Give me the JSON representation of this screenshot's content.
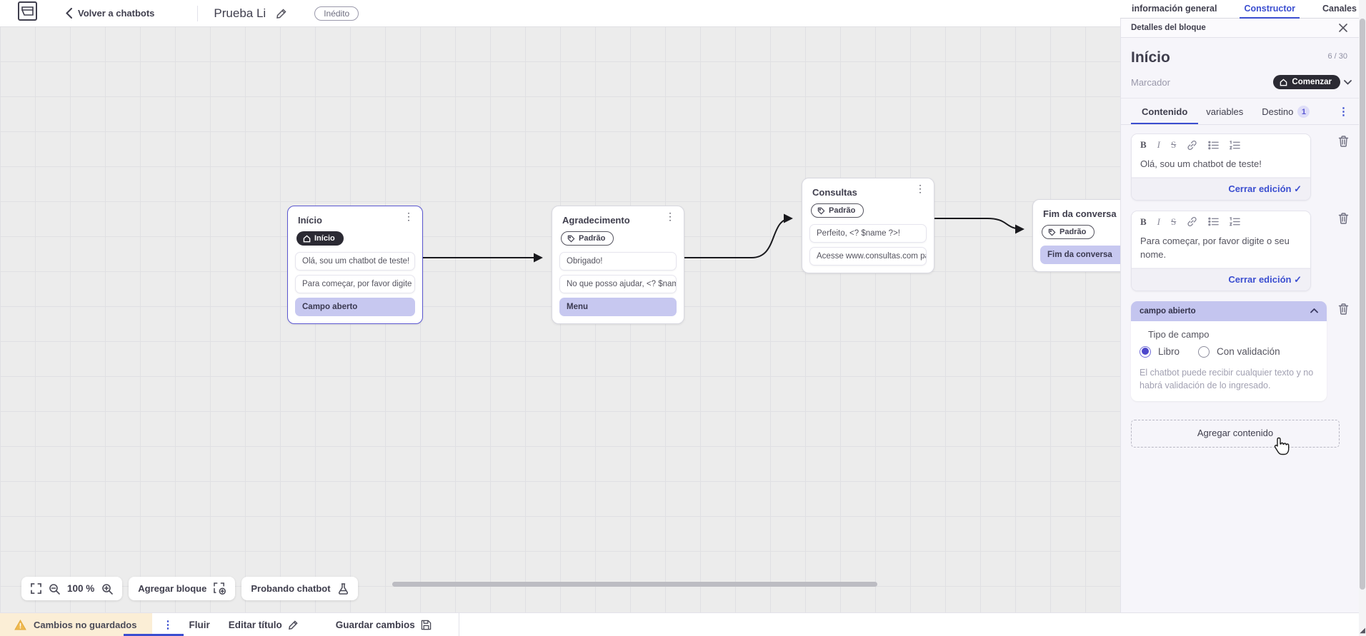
{
  "topbar": {
    "back_label": "Volver a chatbots",
    "flow_title": "Prueba Li",
    "status_badge": "Inédito",
    "tabs": [
      {
        "label": "información general",
        "active": false
      },
      {
        "label": "Constructor",
        "active": true
      },
      {
        "label": "Canales",
        "active": false
      }
    ]
  },
  "panel": {
    "header_title": "Detalles del bloque",
    "block_name": "Início",
    "char_count": "6 / 30",
    "marker_label": "Marcador",
    "marker_button_label": "Comenzar",
    "tabs": [
      {
        "label": "Contenido",
        "active": true
      },
      {
        "label": "variables",
        "active": false
      },
      {
        "label": "Destino",
        "active": false,
        "badge": "1"
      }
    ],
    "editors": [
      {
        "text": "Olá, sou um chatbot de teste!",
        "close_label": "Cerrar edición"
      },
      {
        "text": "Para começar, por favor digite o seu nome.",
        "close_label": "Cerrar edición"
      }
    ],
    "open_field": {
      "header_label": "campo abierto",
      "type_label": "Tipo de campo",
      "options": [
        {
          "label": "Libro",
          "selected": true
        },
        {
          "label": "Con validación",
          "selected": false
        }
      ],
      "help_text": "El chatbot puede recibir cualquier texto y no habrá validación de lo ingresado."
    },
    "add_content_label": "Agregar contenido"
  },
  "canvas": {
    "nodes": [
      {
        "title": "Início",
        "badge": "Início",
        "badge_style": "dark",
        "selected": true,
        "items": [
          {
            "label": "Olá, sou um chatbot de teste!",
            "style": "plain"
          },
          {
            "label": "Para começar, por favor digite o ...",
            "style": "plain"
          },
          {
            "label": "Campo aberto",
            "style": "highlight"
          }
        ]
      },
      {
        "title": "Agradecimento",
        "badge": "Padrão",
        "badge_style": "outline",
        "selected": false,
        "items": [
          {
            "label": "Obrigado!",
            "style": "plain"
          },
          {
            "label": "No que posso ajudar, <? $name ...",
            "style": "plain"
          },
          {
            "label": "Menu",
            "style": "highlight"
          }
        ]
      },
      {
        "title": "Consultas",
        "badge": "Padrão",
        "badge_style": "outline",
        "selected": false,
        "items": [
          {
            "label": "Perfeito, <? $name ?>!",
            "style": "plain"
          },
          {
            "label": "Acesse www.consultas.com par...",
            "style": "plain"
          }
        ]
      },
      {
        "title": "Fim da conversa",
        "badge": "Padrão",
        "badge_style": "outline",
        "selected": false,
        "items": [
          {
            "label": "Fim da conversa",
            "style": "highlight"
          }
        ]
      }
    ]
  },
  "canvas_toolbar": {
    "zoom_level": "100 %",
    "add_block_label": "Agregar bloque",
    "test_chatbot_label": "Probando chatbot"
  },
  "bottombar": {
    "unsaved_label": "Cambios no guardados",
    "flow_tab_label": "Fluir",
    "edit_title_label": "Editar título",
    "save_label": "Guardar cambios"
  },
  "icons": {
    "kebab": "⋮",
    "check": "✓",
    "corner_arrow": "◢"
  },
  "colors": {
    "accent_blue": "#3b4ed0",
    "highlight_lavender": "#c7c8f0",
    "dark_pill": "#2b2a33",
    "panel_bg": "#f6f5fa",
    "canvas_bg": "#ececec",
    "warning_bg": "#fbeed6",
    "selected_node_border": "#5b57d1"
  }
}
